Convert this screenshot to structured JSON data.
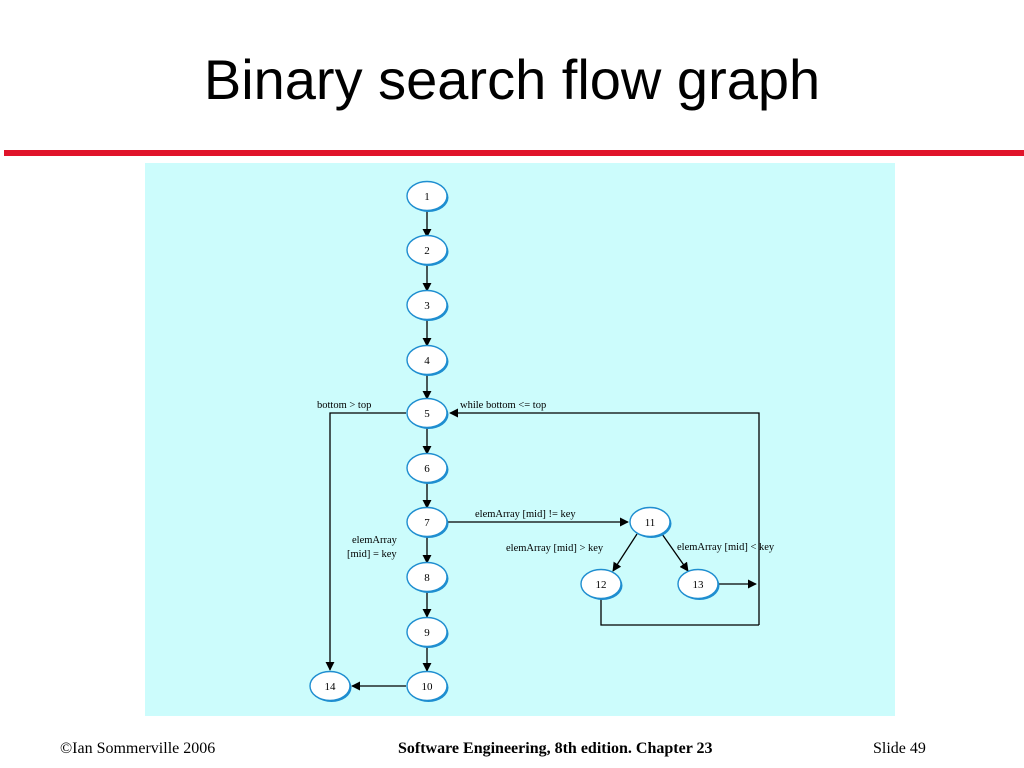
{
  "slide": {
    "title": "Binary search flow graph",
    "accent_color": "#e0142a",
    "diagram_background": "#ccfcfc",
    "node_fill": "#ffffff",
    "node_stroke": "#1f8ed0"
  },
  "diagram": {
    "nodes": [
      {
        "id": "n1",
        "label": "1"
      },
      {
        "id": "n2",
        "label": "2"
      },
      {
        "id": "n3",
        "label": "3"
      },
      {
        "id": "n4",
        "label": "4"
      },
      {
        "id": "n5",
        "label": "5"
      },
      {
        "id": "n6",
        "label": "6"
      },
      {
        "id": "n7",
        "label": "7"
      },
      {
        "id": "n8",
        "label": "8"
      },
      {
        "id": "n9",
        "label": "9"
      },
      {
        "id": "n10",
        "label": "10"
      },
      {
        "id": "n11",
        "label": "11"
      },
      {
        "id": "n12",
        "label": "12"
      },
      {
        "id": "n13",
        "label": "13"
      },
      {
        "id": "n14",
        "label": "14"
      }
    ],
    "edges": [
      {
        "from": "n1",
        "to": "n2"
      },
      {
        "from": "n2",
        "to": "n3"
      },
      {
        "from": "n3",
        "to": "n4"
      },
      {
        "from": "n4",
        "to": "n5"
      },
      {
        "from": "n5",
        "to": "n6"
      },
      {
        "from": "n6",
        "to": "n7"
      },
      {
        "from": "n7",
        "to": "n8"
      },
      {
        "from": "n8",
        "to": "n9"
      },
      {
        "from": "n9",
        "to": "n10"
      },
      {
        "from": "n10",
        "to": "n14"
      },
      {
        "from": "n5",
        "to": "n14"
      },
      {
        "from": "n7",
        "to": "n11"
      },
      {
        "from": "n11",
        "to": "n12"
      },
      {
        "from": "n11",
        "to": "n13"
      },
      {
        "from": "n13",
        "to": "n5"
      },
      {
        "from": "n12",
        "to": "n5"
      }
    ],
    "edge_labels": {
      "bottom_gt_top": "bottom > top",
      "while_loop": "while bottom <= top",
      "ne_key": "elemArray [mid] != key",
      "eq_key_line1": "elemArray",
      "eq_key_line2": "[mid] = key",
      "gt_key": "elemArray [mid] > key",
      "lt_key": "elemArray [mid] < key"
    }
  },
  "footer": {
    "left": "©Ian Sommerville 2006",
    "center": "Software Engineering, 8th edition. Chapter 23",
    "right": "Slide  49"
  }
}
